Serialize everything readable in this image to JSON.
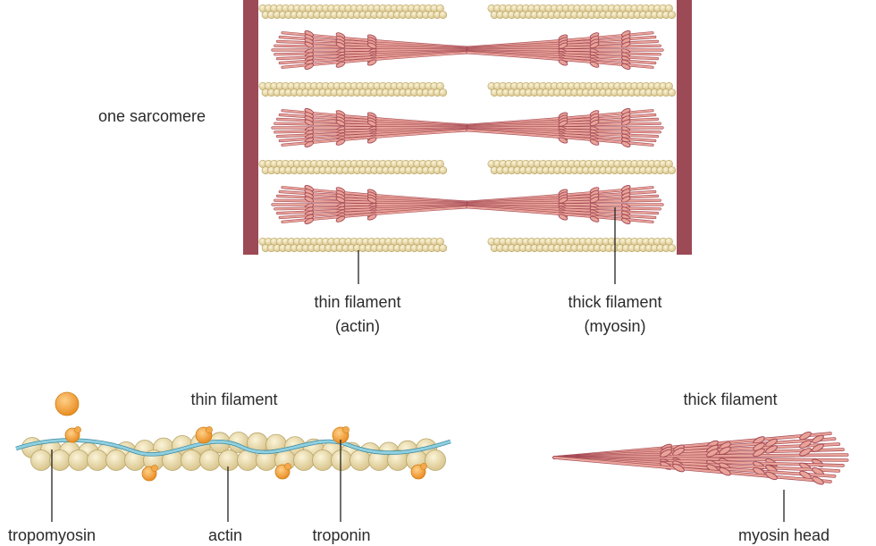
{
  "labels": {
    "sarcomere": "one sarcomere",
    "thin_filament_line1": "thin filament",
    "thin_filament_line2": "(actin)",
    "thick_filament_line1": "thick filament",
    "thick_filament_line2": "(myosin)",
    "detail_thin_title": "thin filament",
    "detail_thick_title": "thick filament",
    "tropomyosin": "tropomyosin",
    "actin": "actin",
    "troponin": "troponin",
    "myosin_head": "myosin head"
  },
  "colors": {
    "z_disc": "#9c4a56",
    "actin_bead": "#eadcaa",
    "actin_bead_stroke": "#b9a66a",
    "myosin_fill": "#e9a49a",
    "myosin_stroke": "#a54a55",
    "troponin": "#f0a040",
    "tropomyosin": "#8fd0e0"
  }
}
